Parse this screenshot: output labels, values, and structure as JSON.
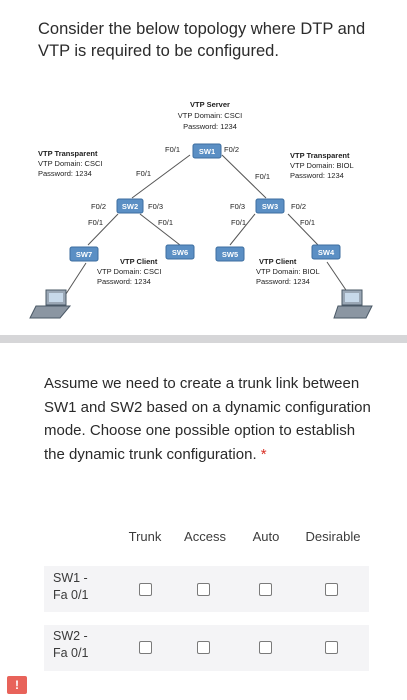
{
  "intro_text": "Consider the below topology where DTP and VTP is required to be configured.",
  "topology": {
    "server": {
      "title": "VTP Server",
      "domain": "VTP Domain: CSCI",
      "password": "Password: 1234"
    },
    "transparent_left": {
      "title": "VTP Transparent",
      "domain": "VTP Domain: CSCI",
      "password": "Password: 1234"
    },
    "transparent_right": {
      "title": "VTP Transparent",
      "domain": "VTP Domain: BIOL",
      "password": "Password: 1234"
    },
    "client_left": {
      "title": "VTP Client",
      "domain": "VTP Domain: CSCI",
      "password": "Password: 1234"
    },
    "client_right": {
      "title": "VTP Client",
      "domain": "VTP Domain: BIOL",
      "password": "Password: 1234"
    },
    "switches": {
      "sw1": "SW1",
      "sw2": "SW2",
      "sw3": "SW3",
      "sw4": "SW4",
      "sw5": "SW5",
      "sw6": "SW6",
      "sw7": "SW7"
    },
    "ports": {
      "sw1_left": "F0/1",
      "sw1_right": "F0/2",
      "sw2_left": "F0/2",
      "sw2_top": "F0/1",
      "sw2_right": "F0/3",
      "sw3_top": "F0/1",
      "sw3_left": "F0/3",
      "sw3_right": "F0/2",
      "sw7_up": "F0/1",
      "sw6_up": "F0/1",
      "sw5_up": "F0/1",
      "sw4_up": "F0/1"
    }
  },
  "question": {
    "text": "Assume we need to create a trunk link between SW1 and SW2 based on a dynamic configuration mode. Choose one possible option to establish the dynamic trunk configuration.",
    "required_mark": "*"
  },
  "grid": {
    "columns": [
      "Trunk",
      "Access",
      "Auto",
      "Desirable"
    ],
    "rows": [
      {
        "line1": "SW1 -",
        "line2": "Fa 0/1"
      },
      {
        "line1": "SW2 -",
        "line2": "Fa 0/1"
      }
    ]
  },
  "flag_label": "!",
  "colors": {
    "switch": "#5b8fc4",
    "required": "#d93025",
    "flag": "#e8635a",
    "row_bg": "#f4f4f6"
  }
}
